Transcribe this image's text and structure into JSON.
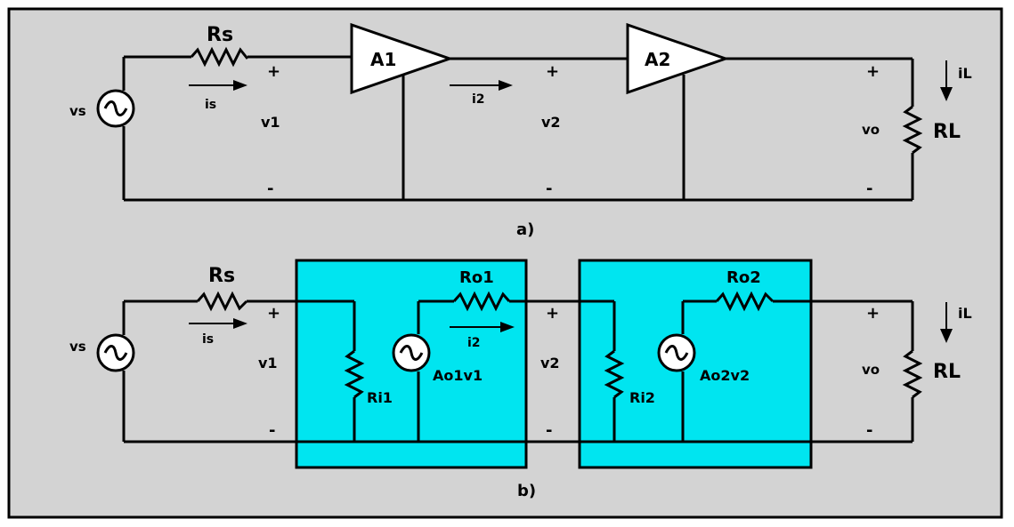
{
  "figure": {
    "panel_a": {
      "caption": "a)",
      "source_label": "vs",
      "series_resistor": "Rs",
      "current_in": "is",
      "voltage_in": "v1",
      "amp1": "A1",
      "amp2": "A2",
      "current_mid": "i2",
      "voltage_mid": "v2",
      "voltage_out": "vo",
      "load_resistor": "RL",
      "load_current": "iL",
      "plus": "+",
      "minus": "-"
    },
    "panel_b": {
      "caption": "b)",
      "source_label": "vs",
      "series_resistor": "Rs",
      "current_in": "is",
      "voltage_in": "v1",
      "input_res_1": "Ri1",
      "output_res_1": "Ro1",
      "dep_source_1": "Ao1v1",
      "current_mid": "i2",
      "voltage_mid": "v2",
      "input_res_2": "Ri2",
      "output_res_2": "Ro2",
      "dep_source_2": "Ao2v2",
      "voltage_out": "vo",
      "load_resistor": "RL",
      "load_current": "iL",
      "plus": "+",
      "minus": "-"
    },
    "colors": {
      "background": "#d3d3d3",
      "block_fill": "#00e5f0",
      "wire": "#000000"
    }
  }
}
